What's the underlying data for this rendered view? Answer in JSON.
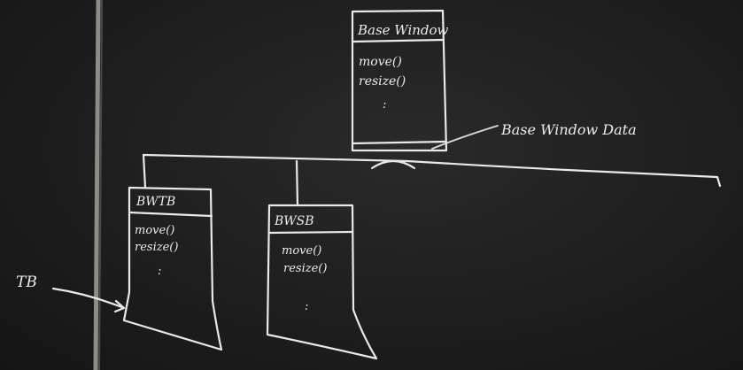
{
  "diagram": {
    "top_class": {
      "title": "Base Window",
      "methods": [
        "move()",
        "resize()",
        ":"
      ]
    },
    "data_label": "Base Window Data",
    "left_class": {
      "title": "BWTB",
      "methods": [
        "move()",
        "resize()",
        ":"
      ]
    },
    "right_class": {
      "title": "BWSB",
      "methods": [
        "move()",
        "resize()",
        ":"
      ]
    },
    "pointer_label": "TB"
  }
}
